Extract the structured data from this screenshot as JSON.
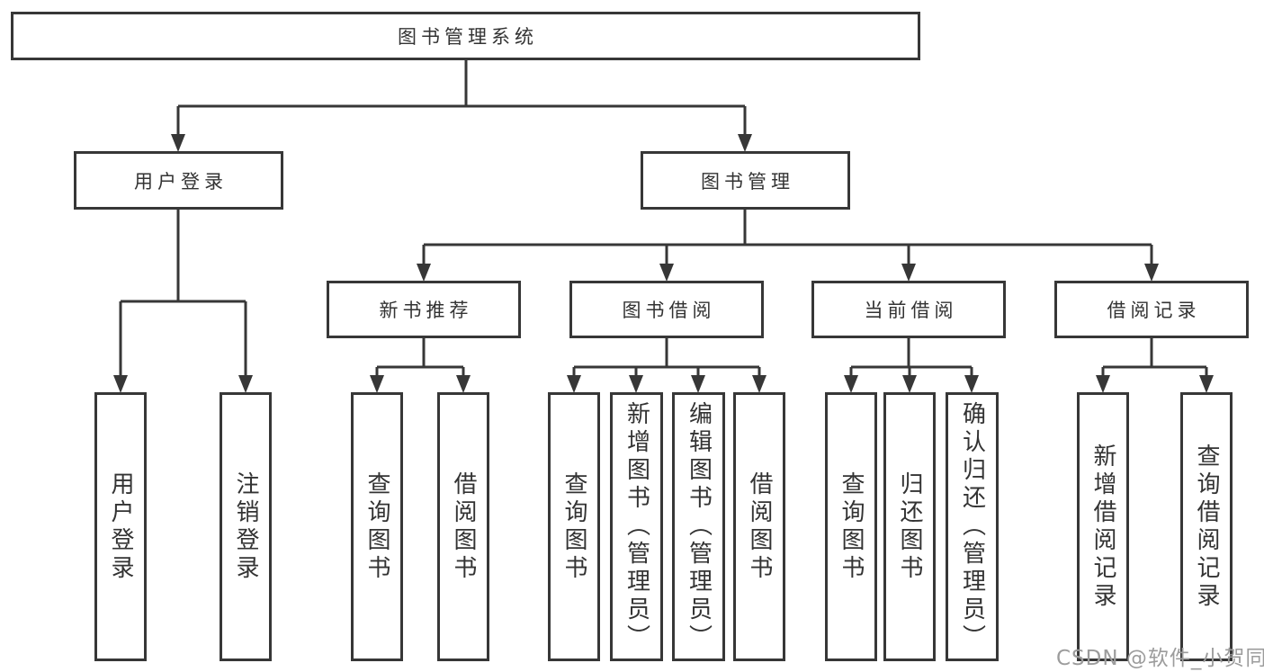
{
  "tree": {
    "root": {
      "label": "图书管理系统",
      "children": [
        {
          "label": "用户登录",
          "children": [
            {
              "label": "用户登录"
            },
            {
              "label": "注销登录"
            }
          ]
        },
        {
          "label": "图书管理",
          "children": [
            {
              "label": "新书推荐",
              "children": [
                {
                  "label": "查询图书"
                },
                {
                  "label": "借阅图书"
                }
              ]
            },
            {
              "label": "图书借阅",
              "children": [
                {
                  "label": "查询图书"
                },
                {
                  "label": "新增图书（管理员）"
                },
                {
                  "label": "编辑图书（管理员）"
                },
                {
                  "label": "借阅图书"
                }
              ]
            },
            {
              "label": "当前借阅",
              "children": [
                {
                  "label": "查询图书"
                },
                {
                  "label": "归还图书"
                },
                {
                  "label": "确认归还（管理员）"
                }
              ]
            },
            {
              "label": "借阅记录",
              "children": [
                {
                  "label": "新增借阅记录"
                },
                {
                  "label": "查询借阅记录"
                }
              ]
            }
          ]
        }
      ]
    }
  },
  "watermark": {
    "text": "CSDN @软件_小贺同学"
  },
  "colors": {
    "line": "#373737",
    "box_border": "#373737",
    "text": "#333333",
    "background": "#ffffff",
    "watermark": "#9c9c9c"
  }
}
